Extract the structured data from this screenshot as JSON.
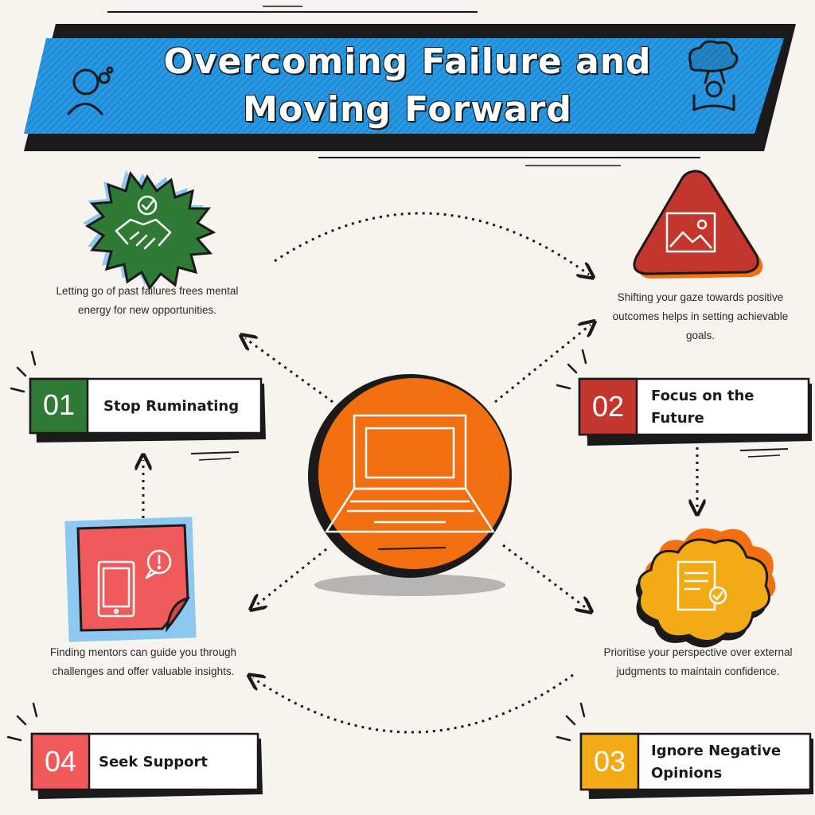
{
  "title": {
    "line1": "Overcoming Failure and",
    "line2": "Moving Forward"
  },
  "colors": {
    "banner": "#1e8fdc",
    "banner_dark": "#1a1a1a",
    "center": "#f36f10",
    "step1": "#2f7a35",
    "step2": "#c4352b",
    "step3": "#f2ab14",
    "step4": "#f05a5a",
    "background": "#f7f3ef"
  },
  "steps": [
    {
      "number": "01",
      "label": "Stop Ruminating",
      "description": "Letting go of past failures frees mental energy for new opportunities.",
      "desc_lines": [
        "Letting go of past failures frees mental",
        "energy for new opportunities."
      ],
      "icon": "handshake-check-icon"
    },
    {
      "number": "02",
      "label": "Focus on the Future",
      "label_lines": [
        "Focus on the",
        "Future"
      ],
      "description": "Shifting your gaze towards positive outcomes helps in setting achievable goals.",
      "desc_lines": [
        "Shifting your gaze towards positive",
        "outcomes helps in setting achievable",
        "goals."
      ],
      "icon": "image-frame-icon"
    },
    {
      "number": "03",
      "label": "Ignore Negative Opinions",
      "label_lines": [
        "Ignore Negative",
        "Opinions"
      ],
      "description": "Prioritise your perspective over external judgments to maintain confidence.",
      "desc_lines": [
        "Prioritise your perspective over external",
        "judgments to maintain confidence."
      ],
      "icon": "document-check-icon"
    },
    {
      "number": "04",
      "label": "Seek Support",
      "description": "Finding mentors can guide you through challenges and offer valuable insights.",
      "desc_lines": [
        "Finding mentors can guide you through",
        "challenges and offer valuable insights."
      ],
      "icon": "tablet-alert-icon"
    }
  ],
  "center_icon": "laptop-icon",
  "header_icons": [
    "thinking-person-icon",
    "stressed-person-icon"
  ]
}
